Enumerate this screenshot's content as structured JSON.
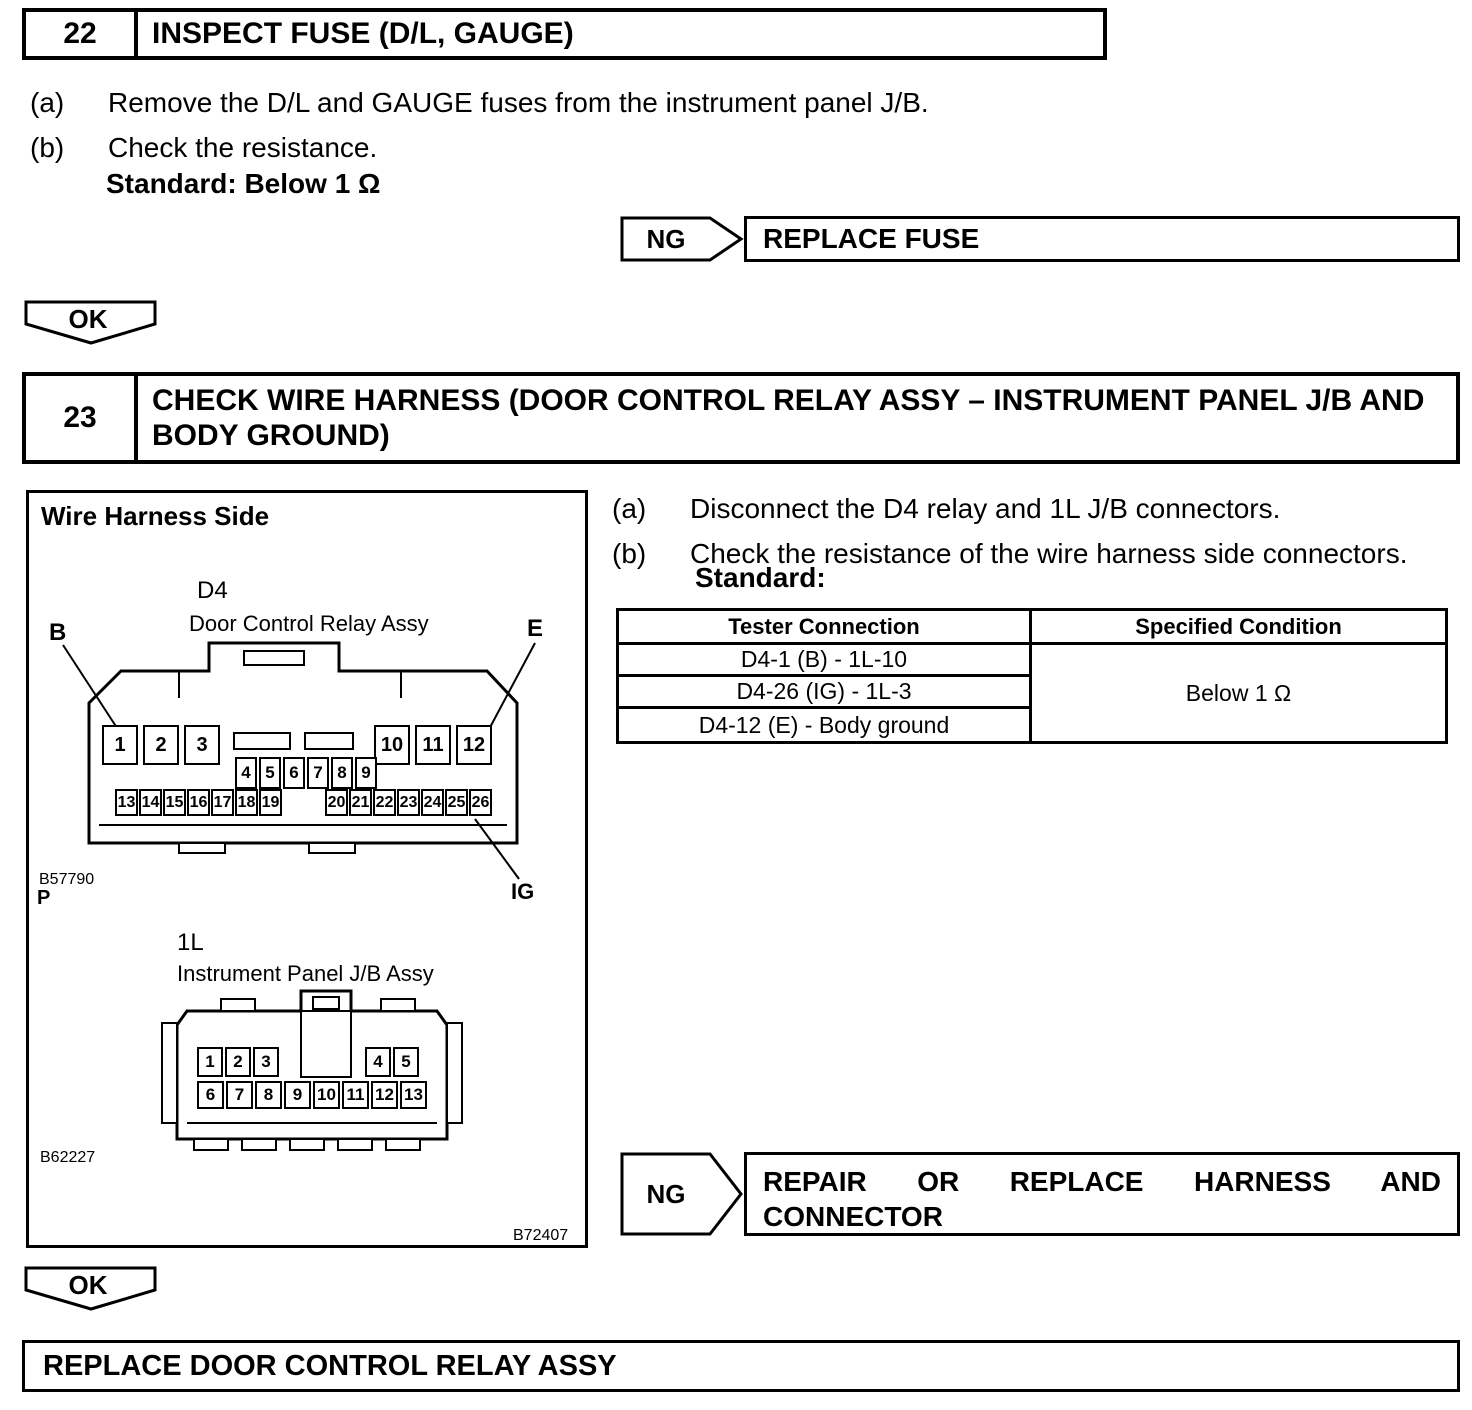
{
  "colors": {
    "ink": "#000000",
    "paper": "#ffffff"
  },
  "step22": {
    "number": "22",
    "title": "INSPECT FUSE (D/L, GAUGE)",
    "items": [
      {
        "label": "(a)",
        "text": "Remove the D/L and GAUGE fuses from the instrument panel J/B."
      },
      {
        "label": "(b)",
        "text": "Check the resistance."
      }
    ],
    "standard": "Standard: Below 1 Ω",
    "ng_label": "NG",
    "ng_action": "REPLACE FUSE",
    "ok_label": "OK"
  },
  "step23": {
    "number": "23",
    "title": "CHECK WIRE HARNESS (DOOR CONTROL RELAY ASSY – INSTRUMENT PANEL J/B AND BODY GROUND)",
    "items": [
      {
        "label": "(a)",
        "text": "Disconnect the D4 relay and 1L J/B connectors."
      },
      {
        "label": "(b)",
        "text": "Check the resistance of the wire harness side connectors."
      }
    ],
    "standard_label": "Standard:",
    "table": {
      "headers": [
        "Tester Connection",
        "Specified Condition"
      ],
      "rows": [
        "D4-1 (B) - 1L-10",
        "D4-26 (IG) - 1L-3",
        "D4-12 (E) - Body ground"
      ],
      "condition": "Below 1 Ω"
    },
    "ng_label": "NG",
    "ng_action": "REPAIR OR REPLACE HARNESS AND CONNECTOR",
    "ok_label": "OK"
  },
  "figure": {
    "title": "Wire Harness Side",
    "d4": {
      "code": "D4",
      "name": "Door Control Relay Assy",
      "label_b": "B",
      "label_e": "E",
      "label_ig": "IG",
      "pins_row1_left": [
        "1",
        "2",
        "3"
      ],
      "pins_row1_right": [
        "10",
        "11",
        "12"
      ],
      "pins_row2": [
        "4",
        "5",
        "6",
        "7",
        "8",
        "9"
      ],
      "pins_row3_left": [
        "13",
        "14",
        "15",
        "16",
        "17",
        "18",
        "19"
      ],
      "pins_row3_right": [
        "20",
        "21",
        "22",
        "23",
        "24",
        "25",
        "26"
      ],
      "ref1": "B57790",
      "ref2": "P"
    },
    "l1": {
      "code": "1L",
      "name": "Instrument Panel J/B Assy",
      "pins_row1_left": [
        "1",
        "2",
        "3"
      ],
      "pins_row1_right": [
        "4",
        "5"
      ],
      "pins_row2": [
        "6",
        "7",
        "8",
        "9",
        "10",
        "11",
        "12",
        "13"
      ],
      "ref": "B62227"
    },
    "ref_bottom": "B72407"
  },
  "final": {
    "action": "REPLACE DOOR CONTROL RELAY ASSY"
  }
}
